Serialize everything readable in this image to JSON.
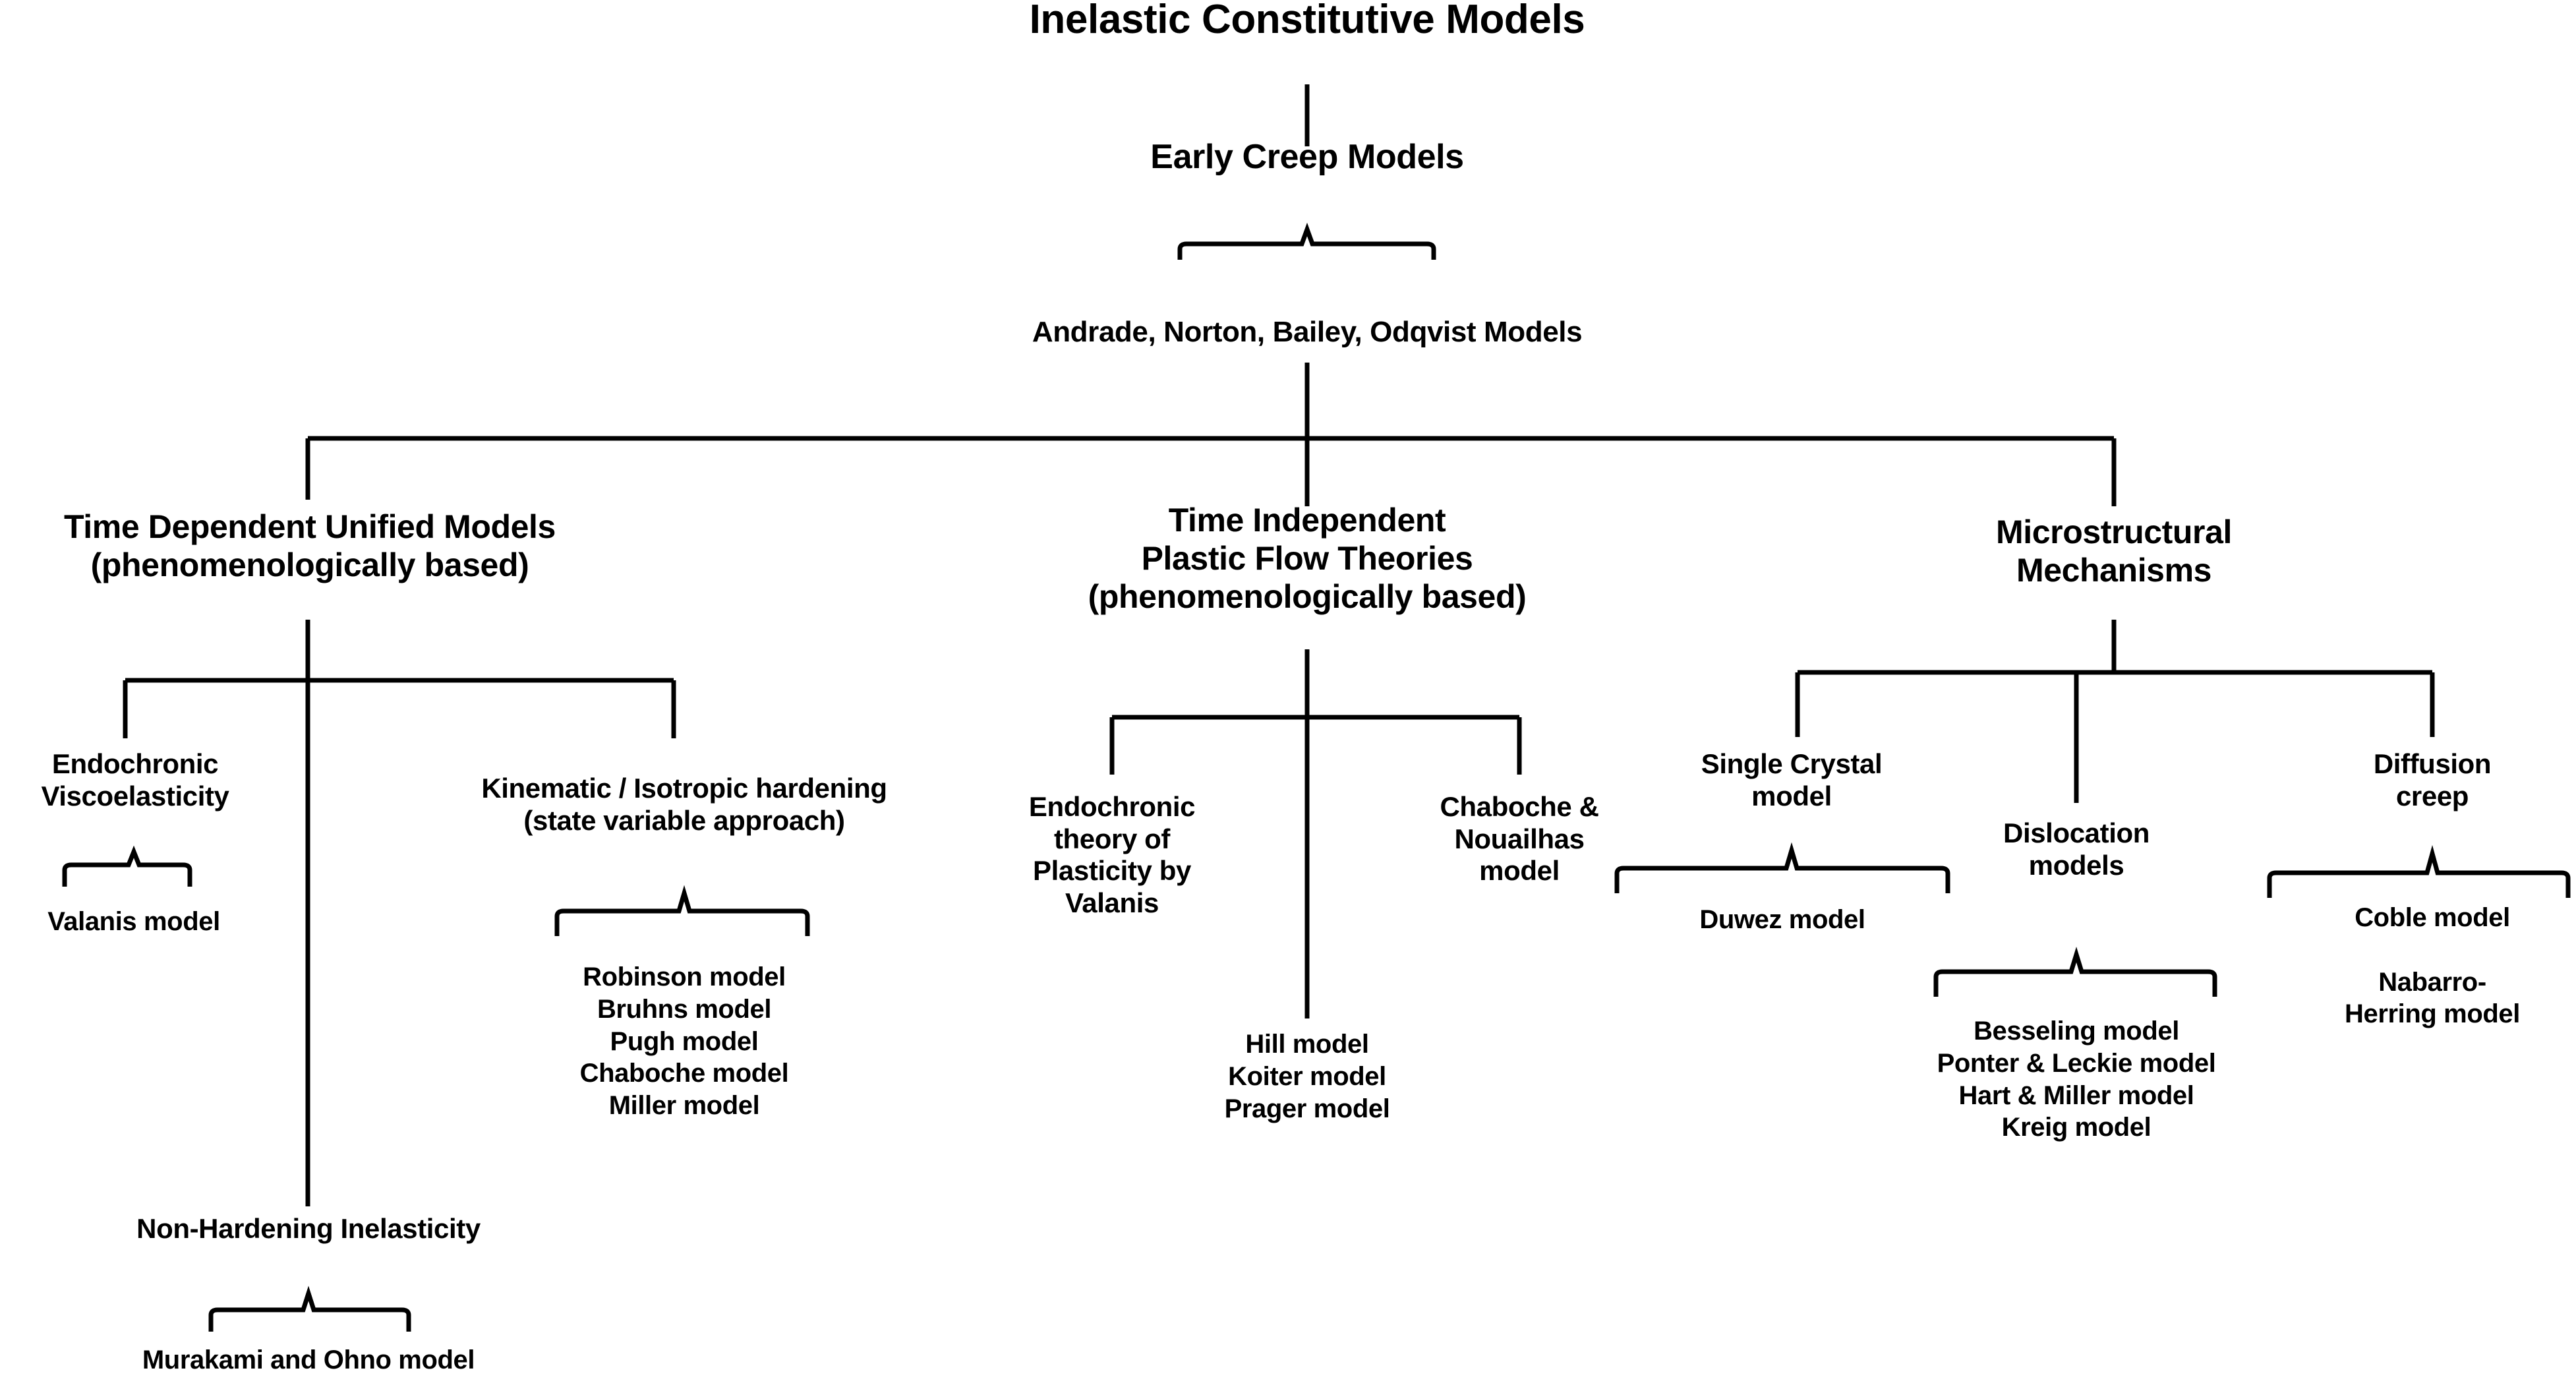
{
  "diagram": {
    "title": "Inelastic Constitutive Models",
    "type": "tree",
    "colors": {
      "background": "#ffffff",
      "line": "#000000",
      "text": "#000000"
    },
    "nodes": {
      "root": "Inelastic Constitutive Models",
      "early_creep": "Early Creep Models",
      "early_creep_models": "Andrade, Norton, Bailey, Odqvist Models",
      "branch_left": "Time Dependent Unified Models\n(phenomenologically based)",
      "branch_middle": "Time Independent\nPlastic Flow Theories\n(phenomenologically based)",
      "branch_right": "Microstructural\nMechanisms",
      "endochronic_visco": "Endochronic\nViscoelasticity",
      "valanis_model": "Valanis model",
      "kinematic_isotropic": "Kinematic / Isotropic hardening\n(state variable approach)",
      "kinematic_isotropic_models": "Robinson model\nBruhns model\nPugh model\nChaboche model\nMiller model",
      "non_hardening": "Non-Hardening Inelasticity",
      "non_hardening_models": "Murakami and Ohno model",
      "endochronic_plasticity": "Endochronic\ntheory of\nPlasticity by\nValanis",
      "chaboche_nouailhas": "Chaboche &\nNouailhas\nmodel",
      "plastic_flow_models": "Hill model\nKoiter model\nPrager model",
      "single_crystal": "Single Crystal\nmodel",
      "duwez_model": "Duwez model",
      "dislocation_models_label": "Dislocation\nmodels",
      "dislocation_models_list": "Besseling model\nPonter & Leckie model\nHart & Miller model\nKreig model",
      "diffusion_creep": "Diffusion\ncreep",
      "diffusion_creep_models": "Coble model\n\nNabarro-\nHerring model"
    }
  }
}
